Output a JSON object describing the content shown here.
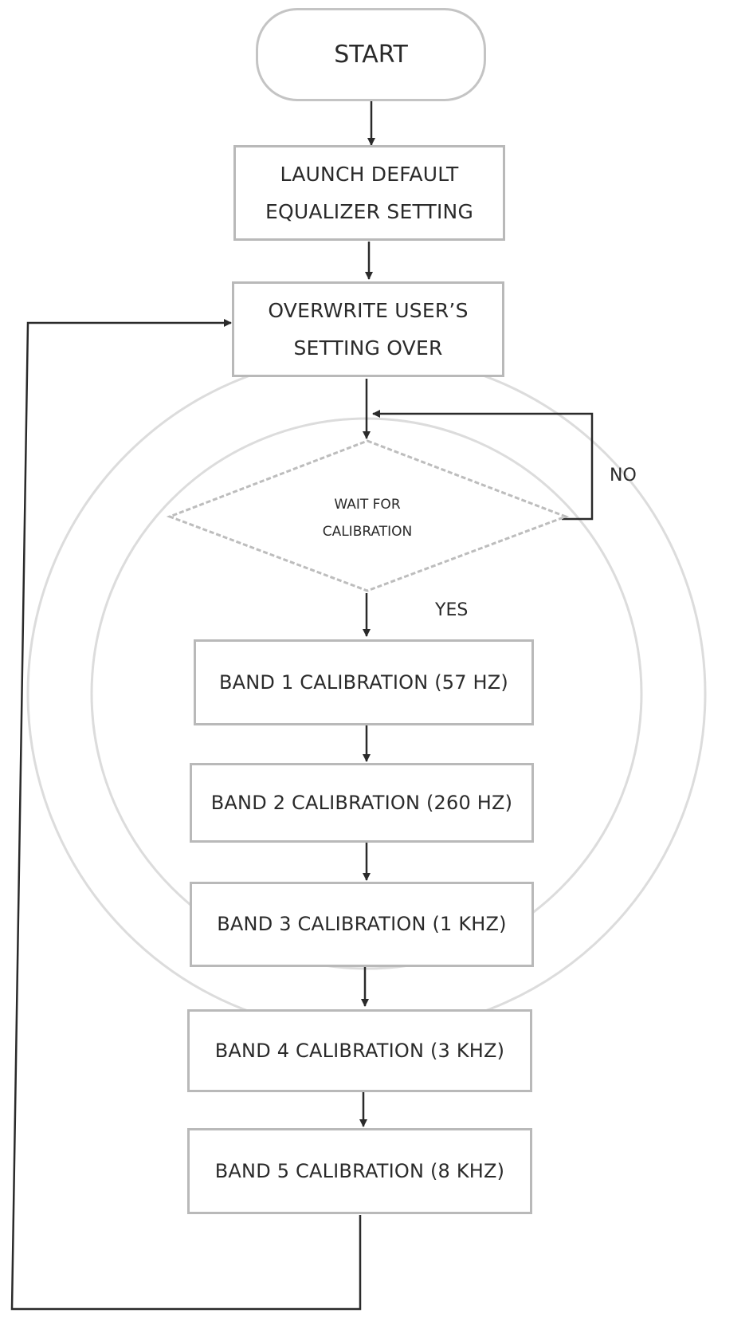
{
  "diagram": {
    "start": "START",
    "launch": [
      "LAUNCH DEFAULT",
      "EQUALIZER SETTING"
    ],
    "overwrite": [
      "OVERWRITE USER’S",
      "SETTING OVER"
    ],
    "decision": [
      "WAIT FOR",
      "CALIBRATION"
    ],
    "no_label": "NO",
    "yes_label": "YES",
    "bands": [
      "BAND 1 CALIBRATION (57 HZ)",
      "BAND 2 CALIBRATION (260 HZ)",
      "BAND 3 CALIBRATION (1 KHZ)",
      "BAND 4 CALIBRATION (3 KHZ)",
      "BAND 5 CALIBRATION (8 KHZ)"
    ]
  }
}
